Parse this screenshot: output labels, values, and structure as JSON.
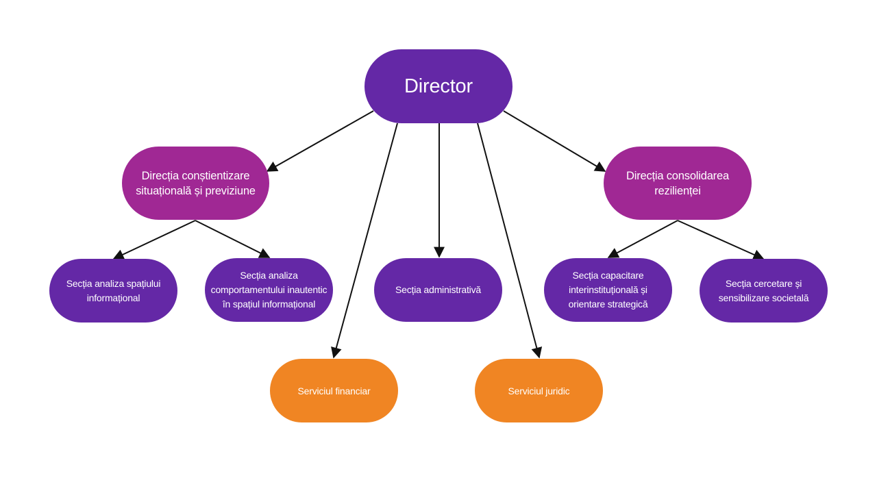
{
  "colors": {
    "violet": "#6428a6",
    "magenta": "#a02894",
    "orange": "#f08523",
    "connector": "#111111"
  },
  "nodes": {
    "director": {
      "label": "Director",
      "color": "violet"
    },
    "directia_constientizare": {
      "label": "Direcția conștientizare situațională și previziune",
      "color": "magenta"
    },
    "directia_consolidarea": {
      "label": "Direcția consolidarea rezilienței",
      "color": "magenta"
    },
    "sectia_spatiu": {
      "label": "Secția analiza spațiului informațional",
      "color": "violet"
    },
    "sectia_comportament": {
      "label": "Secția analiza comportamentului inautentic în spațiul informațional",
      "color": "violet"
    },
    "sectia_administrativa": {
      "label": "Secția administrativă",
      "color": "violet"
    },
    "sectia_capacitare": {
      "label": "Secția capacitare interinstituțională și orientare strategică",
      "color": "violet"
    },
    "sectia_cercetare": {
      "label": "Secția cercetare și sensibilizare societală",
      "color": "violet"
    },
    "serviciul_financiar": {
      "label": "Serviciul financiar",
      "color": "orange"
    },
    "serviciul_juridic": {
      "label": "Serviciul juridic",
      "color": "orange"
    }
  },
  "edges": [
    {
      "from": "director",
      "to": "directia_constientizare"
    },
    {
      "from": "director",
      "to": "directia_consolidarea"
    },
    {
      "from": "director",
      "to": "sectia_administrativa"
    },
    {
      "from": "director",
      "to": "serviciul_financiar"
    },
    {
      "from": "director",
      "to": "serviciul_juridic"
    },
    {
      "from": "directia_constientizare",
      "to": "sectia_spatiu"
    },
    {
      "from": "directia_constientizare",
      "to": "sectia_comportament"
    },
    {
      "from": "directia_consolidarea",
      "to": "sectia_capacitare"
    },
    {
      "from": "directia_consolidarea",
      "to": "sectia_cercetare"
    }
  ]
}
